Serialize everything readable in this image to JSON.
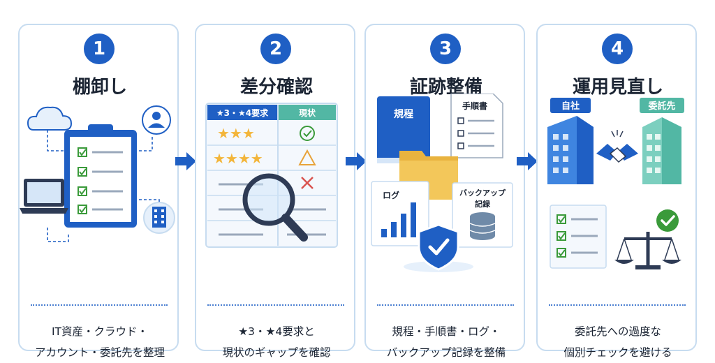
{
  "steps": [
    {
      "number": "1",
      "title": "棚卸し",
      "desc": [
        "IT資産・クラウド・",
        "アカウント・委託先を整理"
      ]
    },
    {
      "number": "2",
      "title": "差分確認",
      "desc": [
        "★3・★4要求と",
        "現状のギャップを確認"
      ]
    },
    {
      "number": "3",
      "title": "証跡整備",
      "desc": [
        "規程・手順書・ログ・",
        "バックアップ記録を整備"
      ]
    },
    {
      "number": "4",
      "title": "運用見直し",
      "desc": [
        "委託先への過度な",
        "個別チェックを避ける"
      ]
    }
  ],
  "step2_table": {
    "col_req": "★3・★4要求",
    "col_status": "現状"
  },
  "step3_docs": {
    "rules": "規程",
    "manual": "手順書",
    "log": "ログ",
    "backup_line1": "バックアップ",
    "backup_line2": "記録"
  },
  "step4_labels": {
    "own": "自社",
    "vendor": "委託先"
  },
  "colors": {
    "primary": "#1f5fc4",
    "border": "#c7dcf0",
    "check": "#3a9a3a",
    "star": "#f3b53a",
    "folder": "#f3c75a",
    "teal": "#52b7a4"
  }
}
